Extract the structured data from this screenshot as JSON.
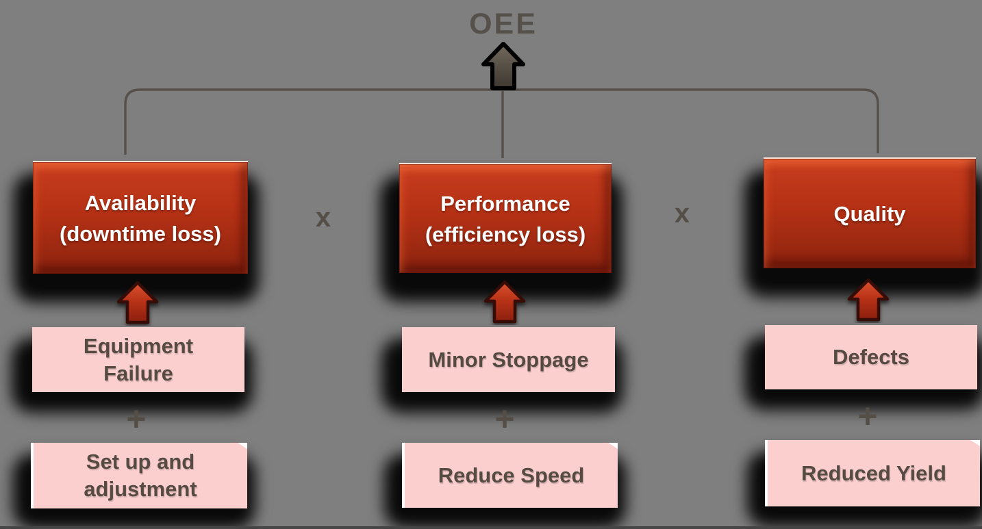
{
  "title": "OEE",
  "operators": {
    "multiply": "x",
    "plus": "+"
  },
  "columns": [
    {
      "factor": "Availability",
      "factor_sub": "(downtime loss)",
      "losses": [
        "Equipment Failure",
        "Set up and adjustment"
      ]
    },
    {
      "factor": "Performance",
      "factor_sub": "(efficiency loss)",
      "losses": [
        "Minor Stoppage",
        "Reduce Speed"
      ]
    },
    {
      "factor": "Quality",
      "factor_sub": "",
      "losses": [
        "Defects",
        "Reduced Yield"
      ]
    }
  ],
  "icons": {
    "oee_arrow": "up-block-arrow",
    "factor_arrows": "up-block-arrow-red"
  },
  "colors": {
    "background": "#7f7f7f",
    "factor_box_red_top": "#c83b20",
    "factor_box_red_bottom": "#8c2310",
    "loss_box_pink": "#fccfcf",
    "loss_text": "#564b42",
    "connector_line": "#57504a",
    "title_text": "#56504a",
    "operator_text": "#544e46",
    "factor_text": "#ffffff",
    "shadow": "#000000",
    "bottom_edge": "#454545"
  }
}
